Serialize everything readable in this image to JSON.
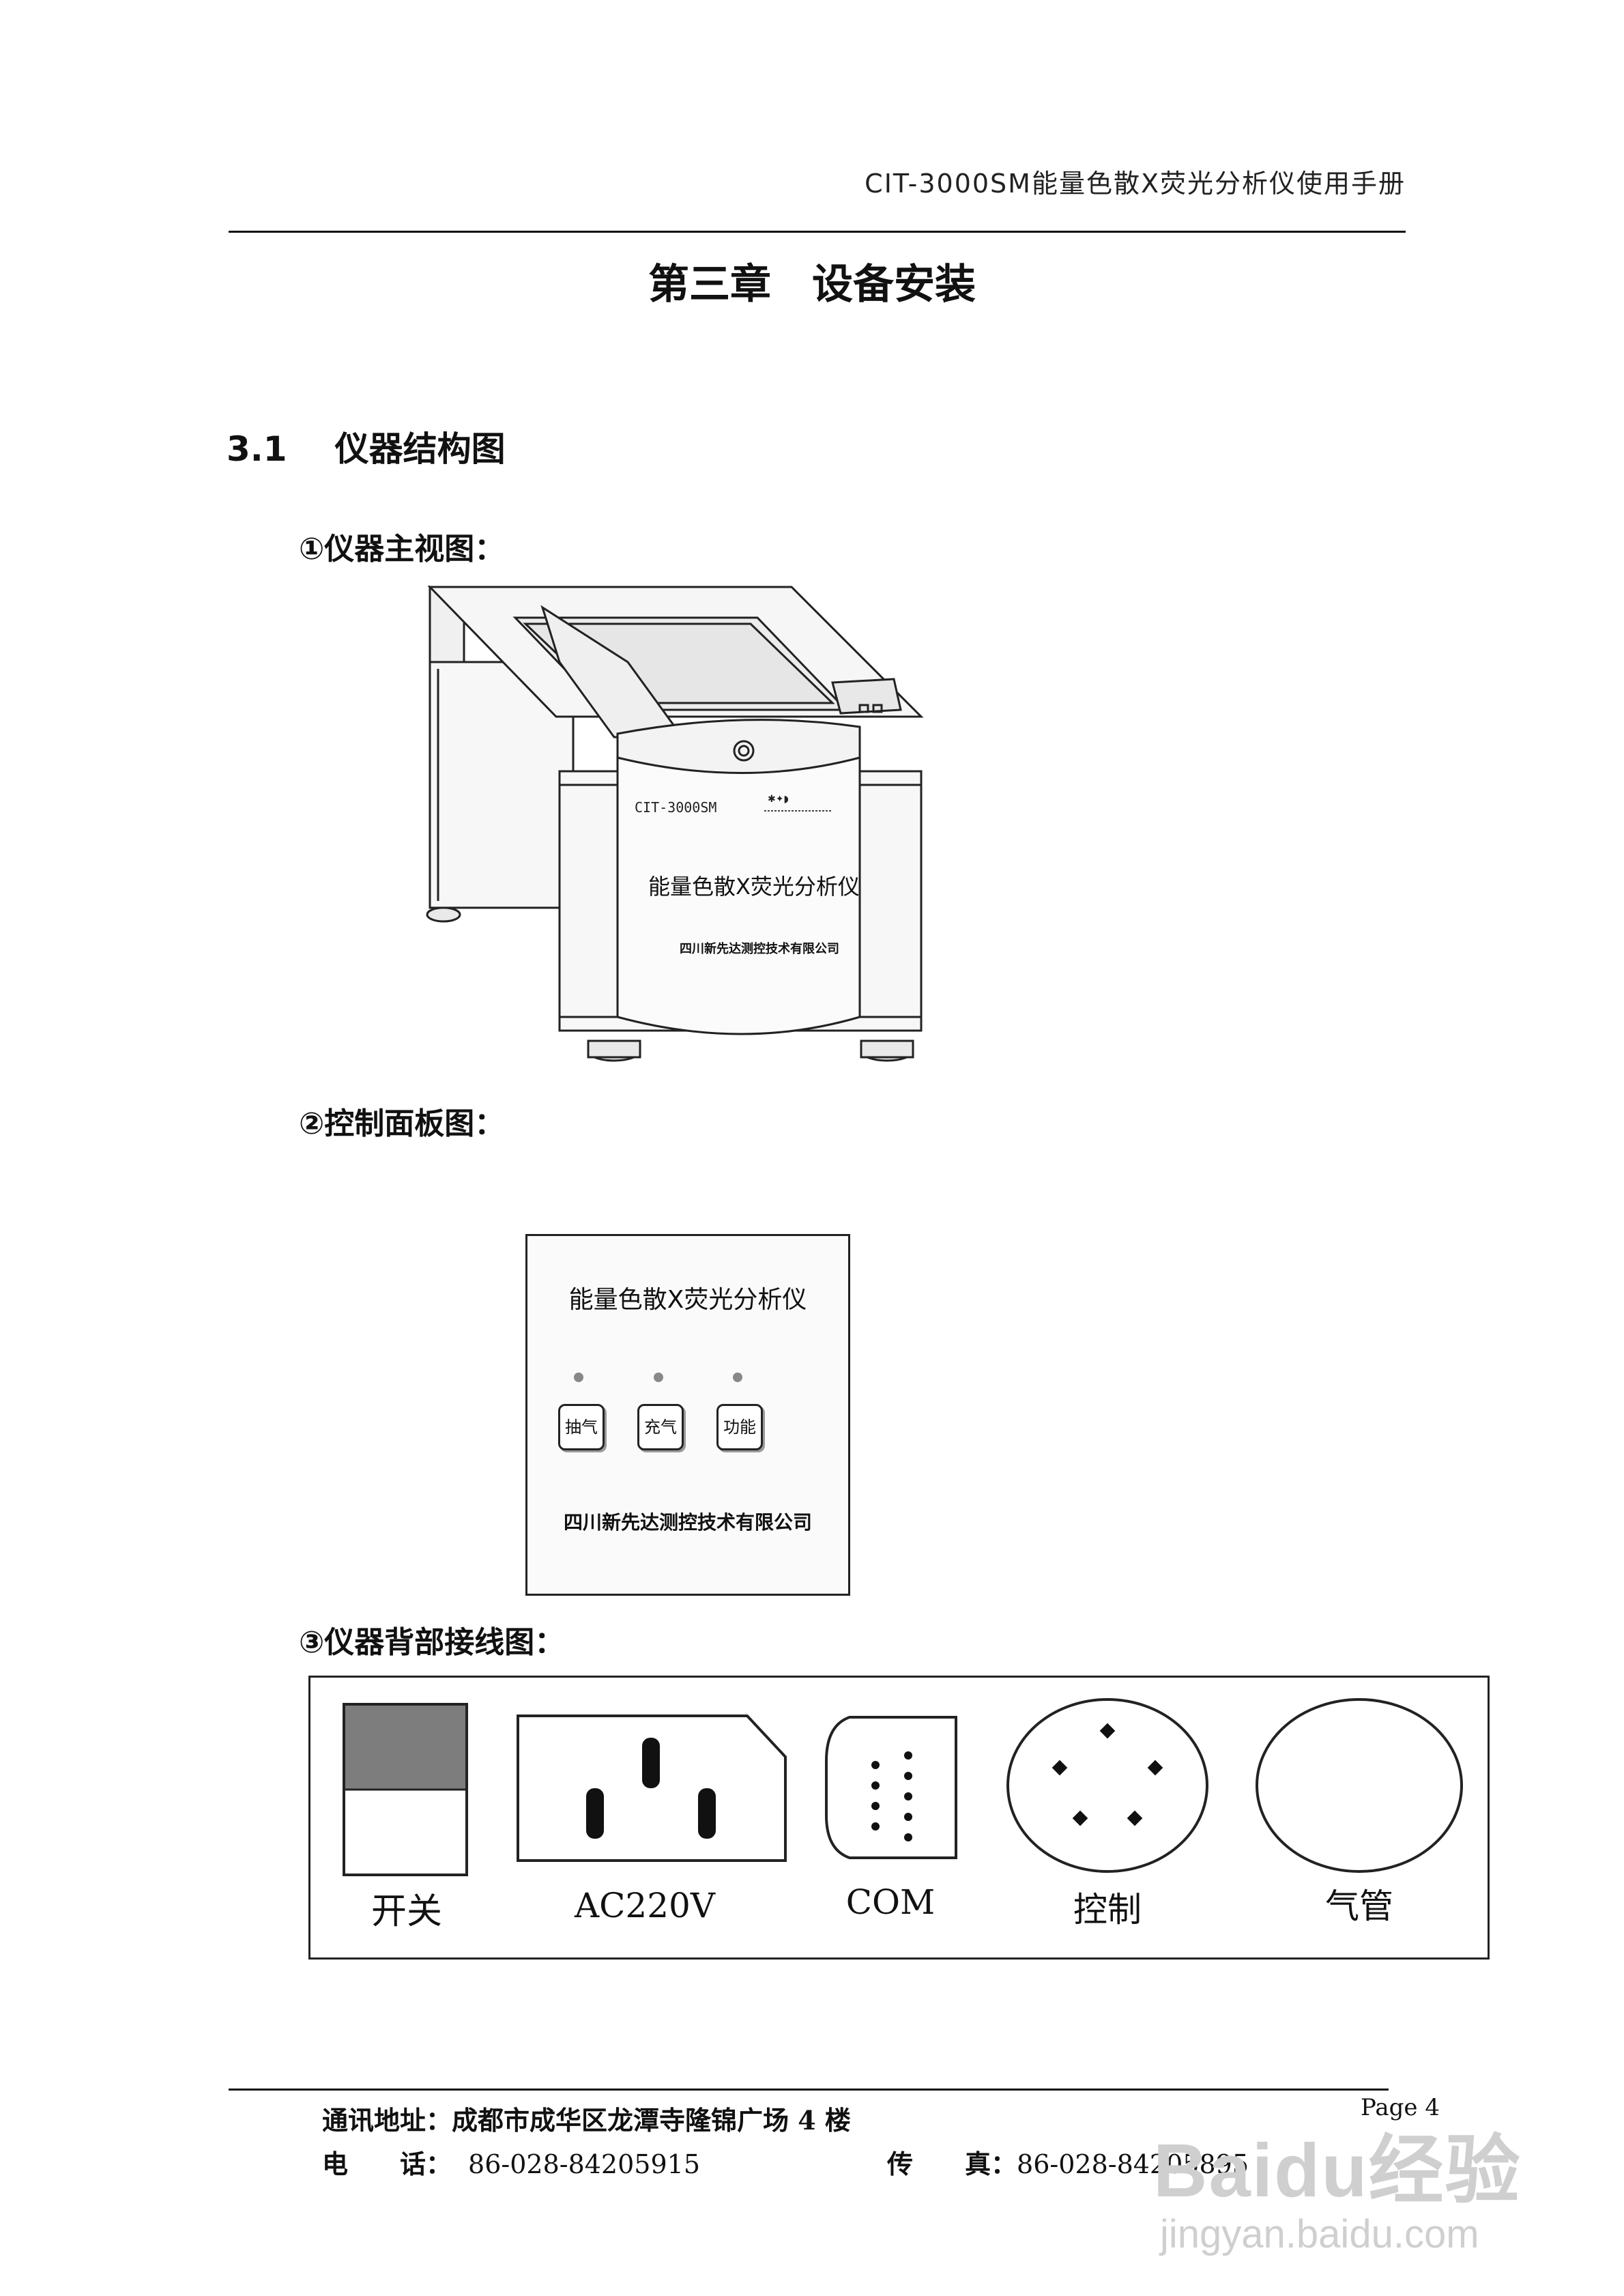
{
  "header": {
    "title": "CIT-3000SM能量色散X荧光分析仪使用手册"
  },
  "chapter_title": "第三章　设备安装",
  "section": {
    "number": "3.1",
    "title": "仪器结构图"
  },
  "figures": {
    "front_view": {
      "label": "①仪器主视图：",
      "model": "CIT-3000SM",
      "name": "能量色散X荧光分析仪",
      "company": "四川新先达测控技术有限公司"
    },
    "control_panel": {
      "label": "②控制面板图：",
      "title": "能量色散X荧光分析仪",
      "buttons": [
        "抽气",
        "充气",
        "功能"
      ],
      "company": "四川新先达测控技术有限公司"
    },
    "rear_wiring": {
      "label": "③仪器背部接线图：",
      "connectors": [
        "开关",
        "AC220V",
        "COM",
        "控制",
        "气管"
      ]
    }
  },
  "footer": {
    "address_label": "通讯地址：",
    "address": "成都市成华区龙潭寺隆锦广场 4 楼",
    "page": "Page 4",
    "phone_label": "电　　话：",
    "phone": "86-028-84205915",
    "fax_label": "传　　真：",
    "fax": "86-028-84205895"
  },
  "watermark": {
    "brand": "Baidu经验",
    "url": "jingyan.baidu.com"
  }
}
